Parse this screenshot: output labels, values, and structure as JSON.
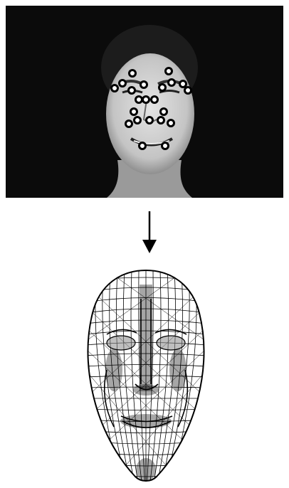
{
  "figure": {
    "photo_panel": {
      "background_color": "#0a0a0a",
      "face_color": "#c9c9c9",
      "marker_color": "#000000",
      "marker_count": 24
    },
    "arrow": {
      "direction": "down",
      "color": "#000000"
    },
    "wireframe": {
      "line_color": "#000000",
      "style": "3d-face-mesh"
    }
  }
}
